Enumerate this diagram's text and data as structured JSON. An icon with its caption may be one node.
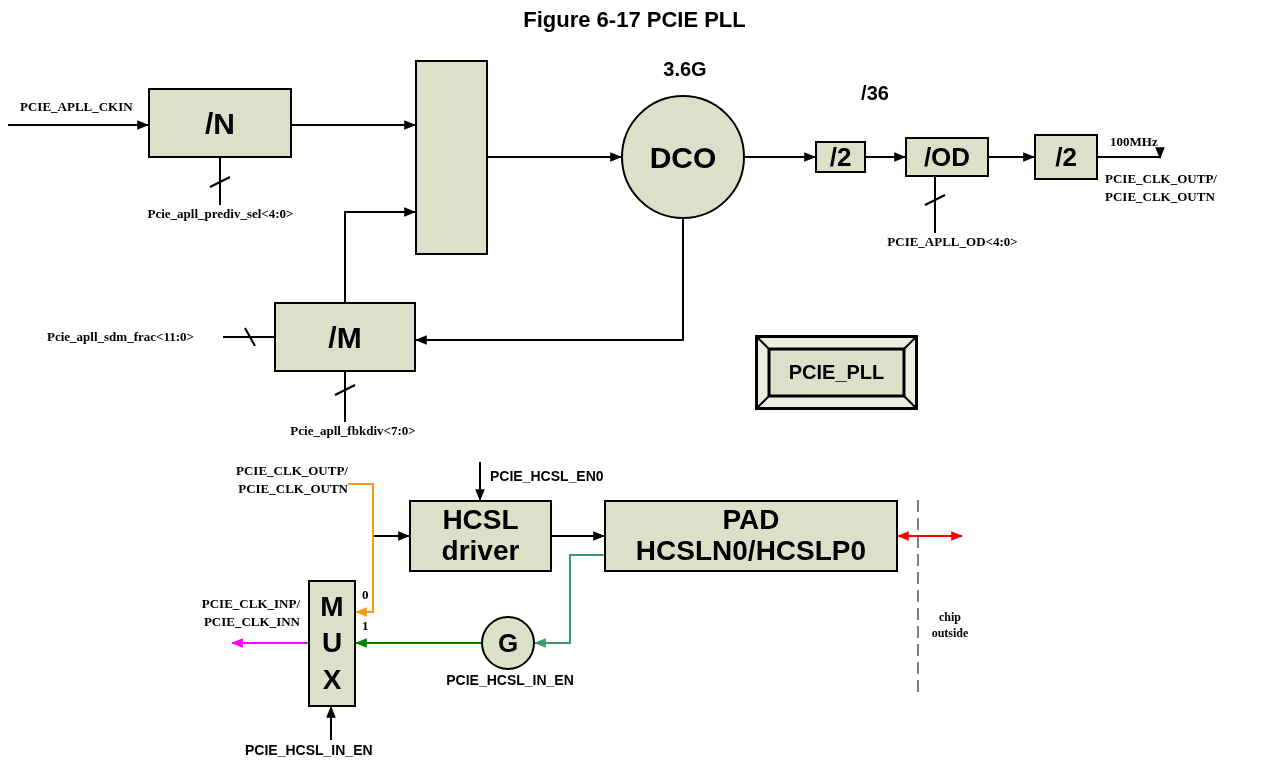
{
  "diagram": {
    "title": "Figure 6-17 PCIE PLL",
    "nodes": [
      {
        "text": [
          "/N"
        ]
      },
      {
        "text": [],
        "shape": "box"
      },
      {
        "text": [
          "DCO"
        ],
        "beside": [
          "3.6G"
        ]
      },
      {
        "text": [
          "/2"
        ]
      },
      {
        "text": [
          "/OD"
        ]
      },
      {
        "text": [
          "/2"
        ]
      },
      {
        "text": [
          "/M"
        ]
      },
      {
        "text": [
          "PCIE_PLL"
        ]
      },
      {
        "text": [
          "HCSL driver"
        ]
      },
      {
        "text": [
          "PAD HCSLN0/HCSLP0"
        ]
      },
      {
        "text": [
          "G"
        ],
        "beside": [
          "PCIE_HCSL_IN_EN"
        ]
      },
      {
        "text": [
          "MUX"
        ]
      },
      {
        "text": [
          "Pcie_apll_prediv_sel<4:0>"
        ]
      },
      {
        "text": [
          "Pcie_apll_sdm_frac<11:0>"
        ]
      },
      {
        "text": [
          "Pcie_apll_fbkdiv<7:0>"
        ]
      },
      {
        "text": [
          "PCIE_APLL_OD<4:0>"
        ]
      },
      {
        "text": [
          "PCIE_CLK_OUTP/ PCIE_CLK_OUTN"
        ]
      },
      {
        "text": [
          "PCIE_CLK_OUTP/ PCIE_CLK_OUTN"
        ]
      }
    ],
    "edges": [
      {
        "from": null,
        "to": 0,
        "arrow": "to",
        "label": "PCIE_APLL_CKIN"
      },
      {
        "from": 0,
        "to": 1,
        "arrow": "to"
      },
      {
        "from": 6,
        "to": 1,
        "arrow": "to"
      },
      {
        "from": 1,
        "to": 2,
        "arrow": "to"
      },
      {
        "from": 2,
        "to": 6,
        "arrow": "to"
      },
      {
        "from": 2,
        "to": 3,
        "arrow": "to"
      },
      {
        "from": 3,
        "to": 4,
        "arrow": "to"
      },
      {
        "from": 4,
        "to": 5,
        "arrow": "to"
      },
      {
        "from": 5,
        "to": 17,
        "arrow": "to",
        "label": "100MHz"
      },
      {
        "from": 12,
        "to": 0,
        "arrow": "none"
      },
      {
        "from": 13,
        "to": 6,
        "arrow": "none"
      },
      {
        "from": 14,
        "to": 6,
        "arrow": "none"
      },
      {
        "from": 15,
        "to": 4,
        "arrow": "none"
      },
      {
        "from": 16,
        "to": 8,
        "arrow": "to"
      },
      {
        "from": 16,
        "to": 11,
        "arrow": "to",
        "color": "#f39c12"
      },
      {
        "from": null,
        "to": 8,
        "arrow": "to",
        "label": "PCIE_HCSL_EN0"
      },
      {
        "from": 8,
        "to": 9,
        "arrow": "to"
      },
      {
        "from": 9,
        "to": 10,
        "arrow": "to",
        "color": "#3a9a6a"
      },
      {
        "from": 10,
        "to": 11,
        "arrow": "to",
        "color": "#008000"
      },
      {
        "from": 11,
        "to": null,
        "arrow": "to",
        "color": "#ff00ff",
        "label": "PCIE_CLK_INP/ PCIE_CLK_INN"
      },
      {
        "from": null,
        "to": 11,
        "arrow": "to",
        "label": "PCIE_HCSL_IN_EN"
      },
      {
        "from": 9,
        "to": null,
        "arrow": "both",
        "color": "#ff0000"
      }
    ],
    "labels": [
      "/36",
      "0",
      "1",
      "chip outside"
    ]
  }
}
